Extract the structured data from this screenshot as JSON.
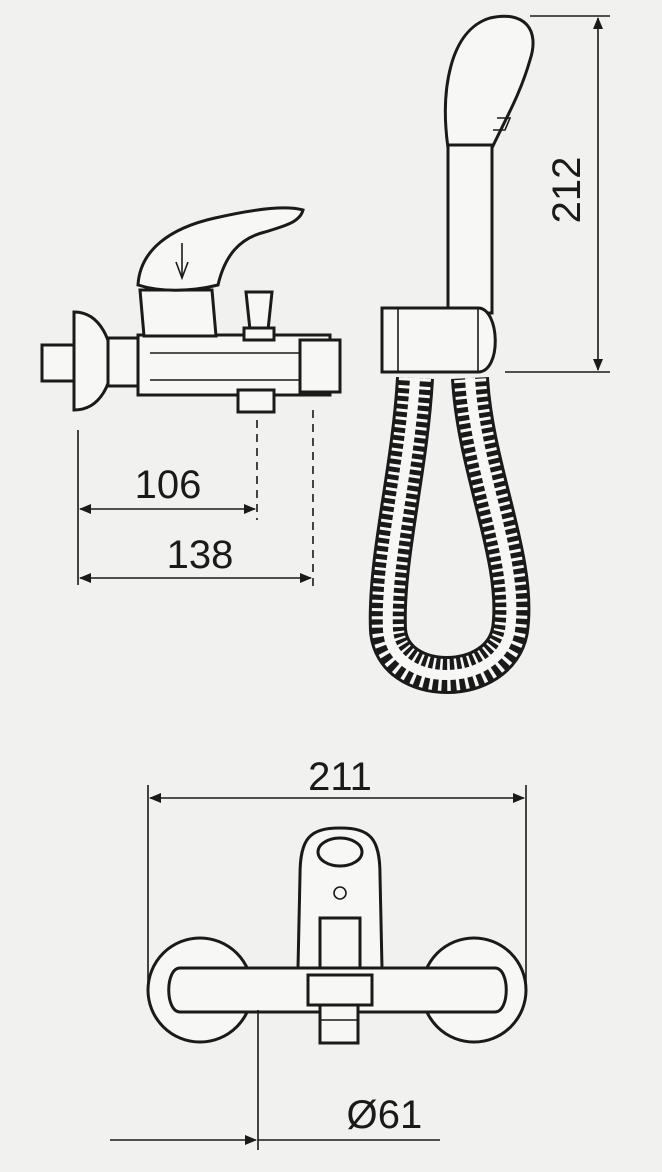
{
  "dimensions": {
    "d106": "106",
    "d138": "138",
    "d212": "212",
    "d211": "211",
    "d61": "61",
    "diameter_symbol": "Ø"
  }
}
